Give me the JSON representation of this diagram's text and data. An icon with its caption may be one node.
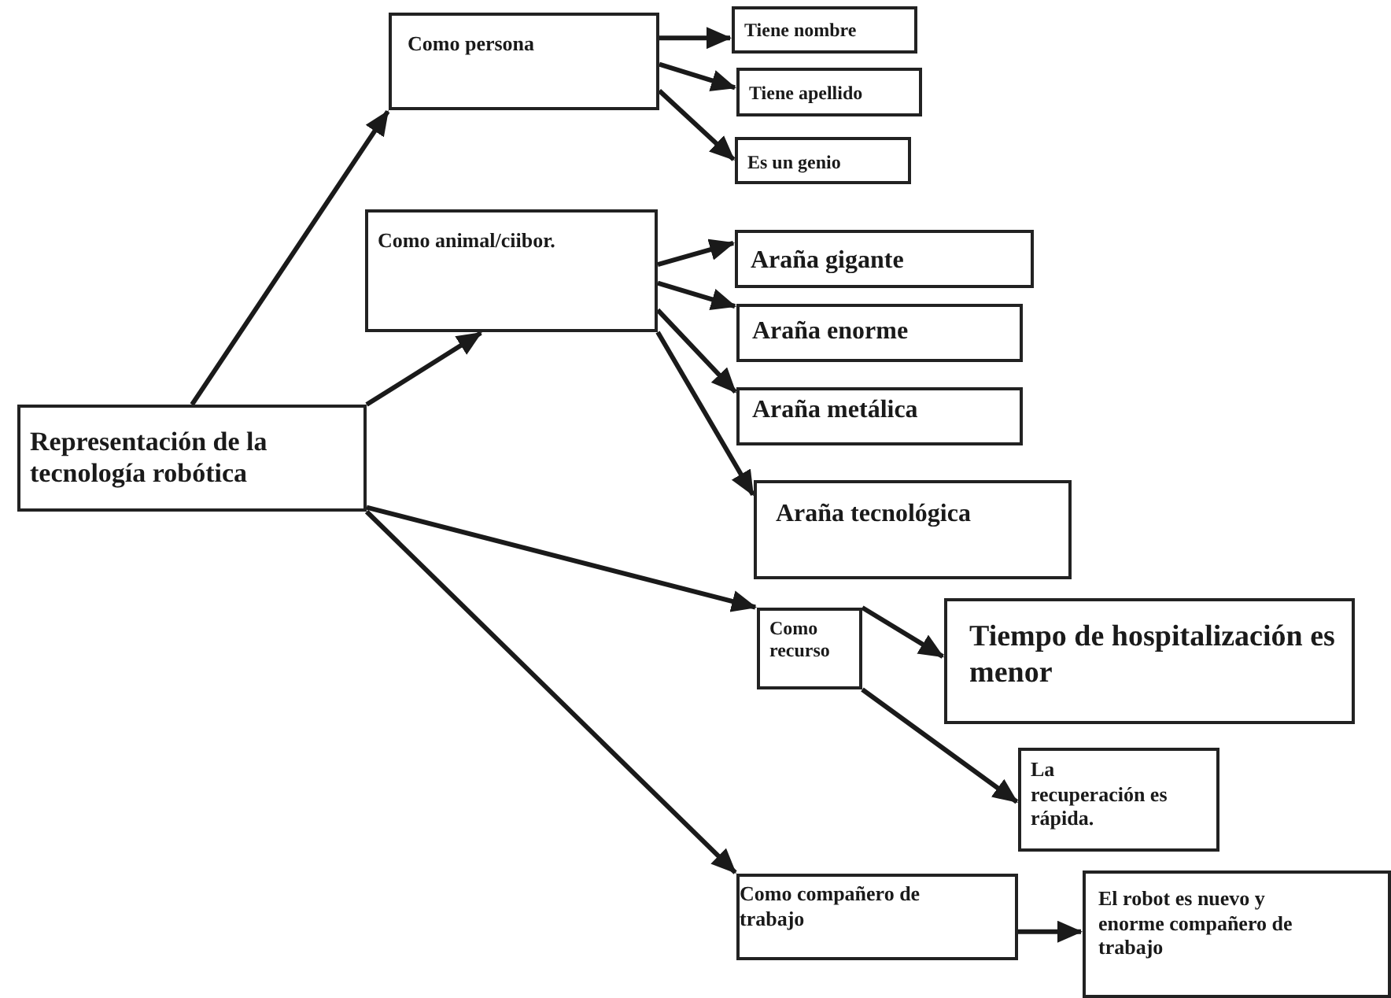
{
  "diagram": {
    "nodes": [
      {
        "text": [
          "Representación de la tecnología robótica"
        ]
      },
      {
        "text": [
          "Como persona"
        ]
      },
      {
        "text": [
          "Tiene nombre"
        ]
      },
      {
        "text": [
          "Tiene apellido"
        ]
      },
      {
        "text": [
          "Es un genio"
        ]
      },
      {
        "text": [
          "Como animal/ciibor."
        ]
      },
      {
        "text": [
          "Araña gigante"
        ]
      },
      {
        "text": [
          "Araña enorme"
        ]
      },
      {
        "text": [
          "Araña metálica"
        ]
      },
      {
        "text": [
          "Araña tecnológica"
        ]
      },
      {
        "text": [
          "Como recurso"
        ]
      },
      {
        "text": [
          "Tiempo de hospitalización es menor"
        ]
      },
      {
        "text": [
          "La recuperación es rápida."
        ]
      },
      {
        "text": [
          "Como compañero de trabajo"
        ]
      },
      {
        "text": [
          "El robot es nuevo y enorme compañero de trabajo"
        ]
      }
    ],
    "edges": [
      {
        "from": 0,
        "to": 1,
        "arrow": "to"
      },
      {
        "from": 0,
        "to": 5,
        "arrow": "to"
      },
      {
        "from": 0,
        "to": 10,
        "arrow": "to"
      },
      {
        "from": 0,
        "to": 13,
        "arrow": "to"
      },
      {
        "from": 1,
        "to": 2,
        "arrow": "to"
      },
      {
        "from": 1,
        "to": 3,
        "arrow": "to"
      },
      {
        "from": 1,
        "to": 4,
        "arrow": "to"
      },
      {
        "from": 5,
        "to": 6,
        "arrow": "to"
      },
      {
        "from": 5,
        "to": 7,
        "arrow": "to"
      },
      {
        "from": 5,
        "to": 8,
        "arrow": "to"
      },
      {
        "from": 5,
        "to": 9,
        "arrow": "to"
      },
      {
        "from": 10,
        "to": 11,
        "arrow": "to"
      },
      {
        "from": 10,
        "to": 12,
        "arrow": "to"
      },
      {
        "from": 13,
        "to": 14,
        "arrow": "to"
      }
    ]
  }
}
